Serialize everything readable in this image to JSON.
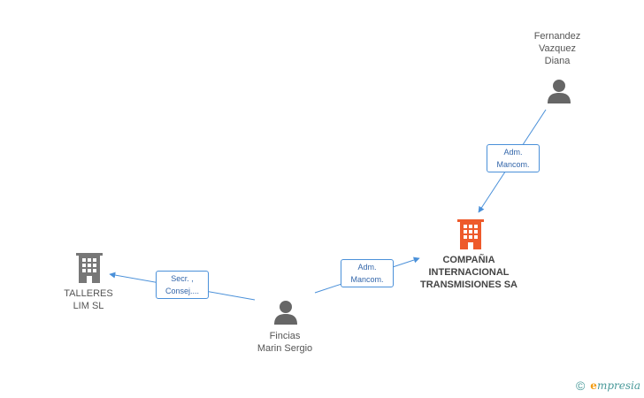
{
  "nodes": {
    "person_top": {
      "line1": "Fernandez",
      "line2": "Vazquez",
      "line3": "Diana"
    },
    "company_focus": {
      "line1": "COMPAÑIA",
      "line2": "INTERNACIONAL",
      "line3": "TRANSMISIONES SA"
    },
    "company_left": {
      "line1": "TALLERES",
      "line2": "LIM SL"
    },
    "person_bottom": {
      "line1": "Fincias",
      "line2": "Marin Sergio"
    }
  },
  "edges": {
    "top_to_focus": {
      "line1": "Adm.",
      "line2": "Mancom."
    },
    "bottom_to_focus": {
      "line1": "Adm.",
      "line2": "Mancom."
    },
    "bottom_to_left": {
      "line1": "Secr. ,",
      "line2": "Consej...."
    }
  },
  "footer": {
    "copyright": "©",
    "brand_initial": "e",
    "brand_rest": "mpresia"
  },
  "colors": {
    "edge": "#4a90d9",
    "person_icon": "#666666",
    "company_icon": "#777777",
    "focus_icon": "#ee5a2b"
  }
}
